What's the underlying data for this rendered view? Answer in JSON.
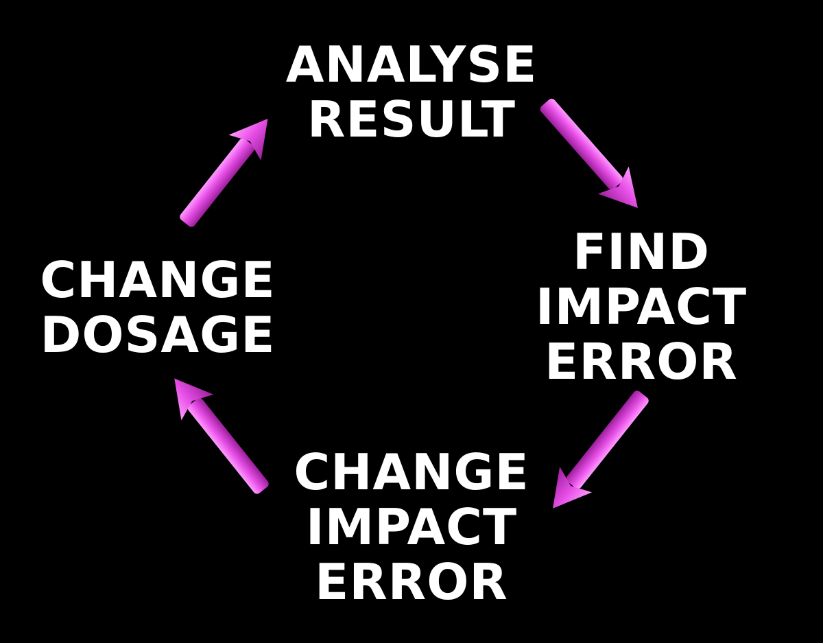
{
  "colors": {
    "background": "#000000",
    "text": "#ffffff",
    "arrow": "#e64ee6",
    "arrow_highlight": "#ff9cff",
    "arrow_shadow": "#9a1f9a"
  },
  "nodes": {
    "top": {
      "lines": [
        "ANALYSE",
        "RESULT"
      ]
    },
    "right": {
      "lines": [
        "FIND",
        "IMPACT",
        "ERROR"
      ]
    },
    "bottom": {
      "lines": [
        "CHANGE",
        "IMPACT",
        "ERROR"
      ]
    },
    "left": {
      "lines": [
        "CHANGE",
        "DOSAGE"
      ]
    }
  }
}
